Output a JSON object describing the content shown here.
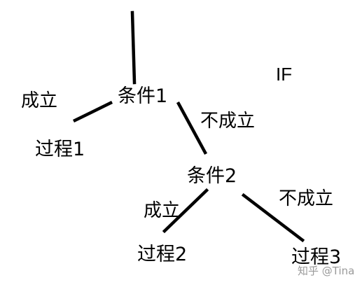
{
  "title": "IF",
  "nodes": {
    "condition1": "条件1",
    "process1": "过程1",
    "condition2": "条件2",
    "process2": "过程2",
    "process3": "过程3"
  },
  "edge_labels": {
    "c1_true": "成立",
    "c1_false": "不成立",
    "c2_true": "成立",
    "c2_false": "不成立"
  },
  "watermark": "知乎 @Tina"
}
